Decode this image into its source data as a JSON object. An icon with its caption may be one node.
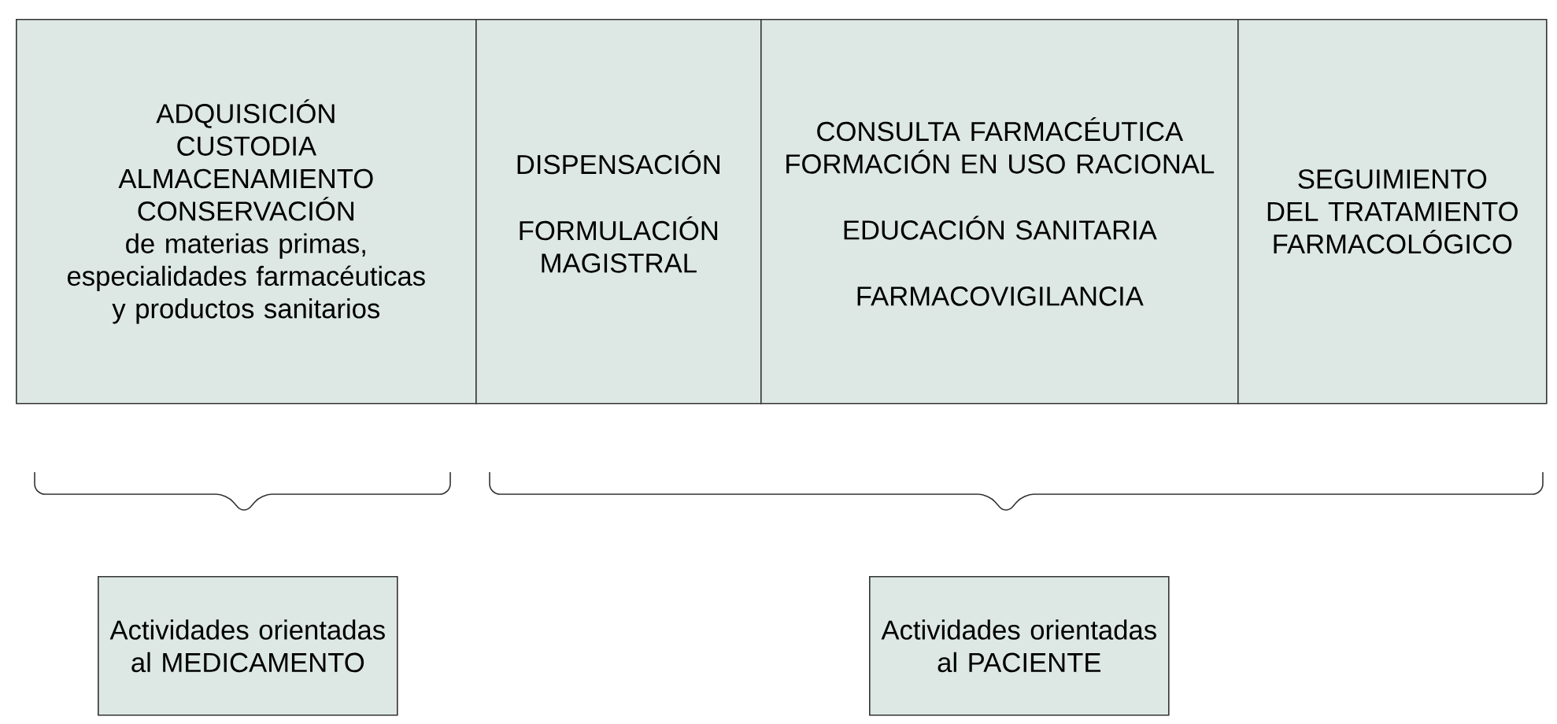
{
  "diagram": {
    "nodes": [
      {
        "text": [
          "ADQUISICIÓN",
          "CUSTODIA",
          "ALMACENAMIENTO",
          "CONSERVACIÓN",
          "de materias primas, especialidades farmacéuticas y productos sanitarios"
        ]
      },
      {
        "text": [
          "DISPENSACIÓN",
          "FORMULACIÓN MAGISTRAL"
        ]
      },
      {
        "text": [
          "CONSULTA FARMACÉUTICA",
          "FORMACIÓN EN USO RACIONAL",
          "EDUCACIÓN SANITARIA",
          "FARMACOVIGILANCIA"
        ]
      },
      {
        "text": [
          "SEGUIMIENTO DEL TRATAMIENTO FARMACOLÓGICO"
        ]
      },
      {
        "text": [
          "Actividades orientadas al MEDICAMENTO"
        ]
      },
      {
        "text": [
          "Actividades orientadas al PACIENTE"
        ]
      }
    ]
  }
}
